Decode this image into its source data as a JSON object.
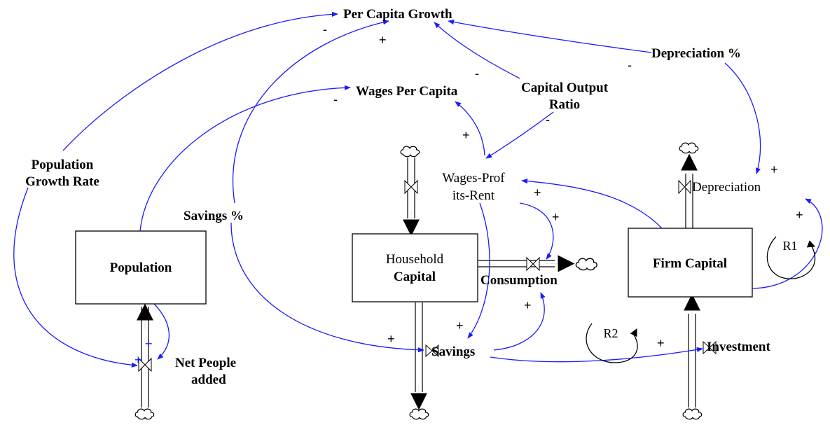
{
  "variables": {
    "per_capita_growth": "Per Capita Growth",
    "wages_per_capita": "Wages Per Capita",
    "capital_output_ratio_line1": "Capital Output",
    "capital_output_ratio_line2": "Ratio",
    "depreciation_pct": "Depreciation %",
    "population_growth_rate_line1": "Population",
    "population_growth_rate_line2": "Growth Rate",
    "savings_pct": "Savings %",
    "wages_profits_rent_line1": "Wages-Prof",
    "wages_profits_rent_line2": "its-Rent"
  },
  "stocks": {
    "population": "Population",
    "household_capital_line1": "Household",
    "household_capital_line2": "Capital",
    "firm_capital": "Firm Capital"
  },
  "flows": {
    "net_people_added_line1": "Net People",
    "net_people_added_line2": "added",
    "consumption": "Consumption",
    "savings": "Savings",
    "depreciation": "Depreciation",
    "investment": "Investment"
  },
  "loops": {
    "r1": "R1",
    "r2": "R2"
  },
  "polarities": {
    "plus": "+",
    "minus": "-"
  },
  "colors": {
    "link": "#1a1aff",
    "flow": "#000000"
  }
}
